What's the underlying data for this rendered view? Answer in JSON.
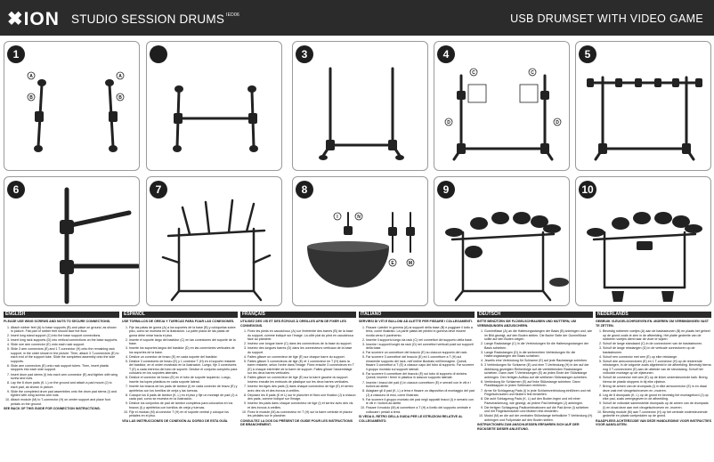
{
  "header": {
    "logo": "✖ION",
    "title": "STUDIO SESSION DRUMS",
    "model": "IED06",
    "subtitle": "USB DRUMSET WITH VIDEO GAME"
  },
  "panels": [
    {
      "number": "1"
    },
    {
      "number": ""
    },
    {
      "number": "3"
    },
    {
      "number": "4"
    },
    {
      "number": "5"
    },
    {
      "number": "6"
    },
    {
      "number": "7"
    },
    {
      "number": "8"
    },
    {
      "number": "9"
    },
    {
      "number": "10"
    }
  ],
  "callouts": {
    "p1_a_left": "A",
    "p1_b_left": "B",
    "p1_a_right": "A",
    "p1_b_right": "B",
    "p4_c_left": "C",
    "p4_c_right": "C",
    "p4_d_left": "D",
    "p4_d_right": "D",
    "p8_labels": [
      "I",
      "N",
      "E",
      "M"
    ]
  },
  "sections": [
    {
      "lang": "ENGLISH",
      "heading": "PLEASE USE WING SCREWS AND NUTS TO SECURE CONNECTIONS.",
      "steps": [
        "Attach rubber feet (A) to base supports (B) and place on ground, as shown in picture. Flat part of rubber feet should face the floor.",
        "Insert long stand support (C) into the base support connections.",
        "Insert long rack supports (D) into vertical connections on the base supports.",
        "Slide one arm connector (E) onto each rack support.",
        "Slide 3 arm connectors (E) and 1 T-connector (H) onto the remaining rack support, in the order shown in the picture. Then, attach 3 T-connectors (E) to each end of the support tube. Slide the completed assembly onto the side supports.",
        "Slide arm connectors (E) onto rack support tubes. Then, insert plastic stoppers into each side support.",
        "Insert drum pad stems (I) into each arm connector (E) and tighten with wing screw and nuts.",
        "Lay the 8 drum pads (K, L) on the ground and attach a pad mount (J) to each pad, as shown in picture.",
        "Slide the completed drum pad assemblies onto the drum pad stems (I) and tighten with wing screws and nuts.",
        "Attach module (M) to T-connector (H) on center support and place foot pedals on the ground."
      ],
      "footer": "SEE BACK OF THIS GUIDE FOR CONNECTION INSTRUCTIONS."
    },
    {
      "lang": "ESPAÑOL",
      "heading": "USE TORNILLOS DE OREJA Y TUERCAS PARA FIJAR LAS CONEXIONES.",
      "steps": [
        "Fije las patas de goma (A) a los soportes de la base (B) y colóquelas sobre piso, como se muestra en la ilustración. La parte plana de las patas de goma debe mirar hacia el piso.",
        "Inserte el soporte largo del bastidor (C) en las conexiones del soporte de la base.",
        "Inserte los soportes largos del bastidor (D) en las conexiones verticales de los soportes de la base.",
        "Deslice un conector de brazo (E) en cada soporte del bastidor.",
        "Deslice 3 conectores de brazo (E) y 1 conector T (H) en el soporte restante del bastidor, en el orden mostrado en la ilustración. Luego, fije 3 conectores T (E) a cada extremo del tubo de soporte. Deslice el conjunto completo para colocarlo en los soportes laterales.",
        "Deslice el conector de brazo (E) en el tubo de soporte izquierdo. Luego, inserte los topes plásticos en cada soporte lateral.",
        "Inserte los brazos de los pads de tambor (I) en cada conector de brazo (E) y apriételos con los tornillos de oreja y las tuercas.",
        "Coloque los 8 pads de tambor (K, L) en el piso y fije un montaje de pad (J) a cada pad, como se muestra en la ilustración.",
        "Deslice los conjuntos de pad de tambor completos para colocarlos en los brazos (I) y apriételos con tornillos de oreja y tuercas.",
        "Fije el módulo (M) al conector T (H) en el soporte central y coloque los pedales en el piso."
      ],
      "footer": "VEA LAS INSTRUCCIONES DE CONEXIÓN AL DORSO DE ESTA GUÍA."
    },
    {
      "lang": "FRANÇAIS",
      "heading": "UTILISEZ DES VIS ET DES ÉCROUS À OREILLES AFIN DE FIXER LES CONNEXIONS.",
      "steps": [
        "Fixez les pieds en caoutchouc (A) sur l'extrémité des barres (B) de la base du support, comme indiqué sur l'image. La côté plat du pied en caoutchouc face au plancher.",
        "Insérez une longue barre (C) dans les connecteurs de la base du support.",
        "Insérez des longues barres (D) dans les connecteurs verticaux de la base du support.",
        "Faites glisser un connecteur de tige (E) sur chaque barre du support.",
        "Faites glisser 3 connecteurs de tige (E) et 1 connecteur en T (H) dans la barre restante, selon l'ordre dans l'image. Fixez ensuite 3 connecteurs en T (E) à chaque extrémité de la barre de support. Faites glisser l'assemblage sur les deux barres verticales.",
        "Faites glisser un connecteur de tige (E) sur la barre gauche du support. Insérez ensuite les embouts de plastique sur les deux barres verticales.",
        "Insérez les tiges des pads (I) dans chaque connecteur de tige (E) et serrez avec des vis et des écrous à oreilles.",
        "Déposez les 8 pads (K et L) sur le plancher et fixez une fixation (J) à chacun des pads, comme indiqué sur l'image.",
        "Insérez les pads dans chaque connecteur de tige (I) et serrez avec des vis et des écrous à oreilles.",
        "Fixez le module (M) au connecteur en T (H) sur la barre centrale et placez les pédales sur le plancher."
      ],
      "footer": "CONSULTEZ LA DOS DU PRÉSENT DE GUIDE POUR LES INSTRUCTIONS DE BRANCHEMENT."
    },
    {
      "lang": "ITALIANO",
      "heading": "SERVIRSI DI VITI E BULLONI AD ALETTE PER FISSARE I COLLEGAMENTI.",
      "steps": [
        "Fissare i piedini in gomma (A) ai supporti della base (B) e poggiare il tutto a terra, come illustrato. La parte piatta dei piedini in gomma deve essere rivolta verso il pavimento.",
        "Inserire il supporto lungo da rack (C) nei connettori del supporto della base.",
        "Inserire i supporti lunghi da rack (D) nei connettori verticali posti sui supporti della base.",
        "Far scorrere un connettore del braccio (E) su ciascun supporto del rack.",
        "Far scorrere 3 connettori del braccio (E) ed 1 connettore a T (H) sul rimanente supporto del rack, nell'ordine illustrato nell'immagine. Quindi, fissare 3 connettori a T (E) a ciascun capo del tubo di supporto. Far scorrere il gruppo montato sui supporti laterali.",
        "Far scorrere il connettore del braccio (E) sul tubo di supporto di sinistra. Quindi, inserire i fermi in plastica in ciascun supporto laterale.",
        "Inserire i bracci dei pad (I) in ciascun connettore (E) e serrarli con le viti e i bulloni ad alette.",
        "Adagiare gli 8 pad (K, L) a terra e fissare un dispositivo di montaggio del pad (J) a ciascuno di essi, come illustrato.",
        "Far scorrere il gruppo montato dei pad negli appositi bracci (I) e serrarlo con le viti e i bulloni ad alette.",
        "Fissare il modulo (M) al connettore a T (H) a livello del supporto centrale e collocare i pedali a terra."
      ],
      "footer": "SI VEDA IL RETRO DELLA GUIDA PER LE ISTRUZIONI RELATIVE AL COLLEGAMENTO."
    },
    {
      "lang": "DEUTSCH",
      "heading": "BITTE BENÜTZEN SIE FLÜGELSCHRAUBEN UND MUTTERN, UM VERBINDUNGEN ABZUSICHERN.",
      "steps": [
        "Gummifüsse (A) an die Halterungsstangen der Basis (B) anbringen und, wie im Bild gezeigt, auf den Boden stellen. Die flache Seite der Gummifüsse sollte auf den Boden zeigen.",
        "Lange Rackstange (C) in die Verbindungen für die Halterungsstangen der Basis schieben.",
        "Lange Rackstangen (D) in die senkrechten Verbindungen für die Halterungsstangen der Basis schieben.",
        "Jeweils eine Verbindung für Schlarme (E) auf jede Rackstange schieben.",
        "3 Verbindungen für Schlarme (E) und eine T-Verbindung (H) in der auf der Abbildung gezeigten Reihenfolge auf die verbleibenden Rackstangen schieben. Dann zwei T-Verbindungen (E) an jedes Ende der Stützstange anbringen. Den fertigen Aufbau auf die seitlichen Stützstangen schieben.",
        "Verbindung für Schlarmen (E) auf linke Stützstange schieben. Dann Plastikkappen in jeden Seitenarm einführen.",
        "Arme für Schlagzeug Pads (I) in jede Schlarmverbindung einführen und mit Flügelschrauben und Muttern fest einstellen.",
        "Die acht Schlagzeug Pads (K, L) auf den Boden legen und mit einer Padverankerung, wie gezeigt, an jedem Pad befestigen (J) anbringen.",
        "Die fertigen Schlagzeug Padkombinationen auf die Pad Arme (I) schieben und mit Flügelschrauben und Muttern fest einstellen.",
        "Modul (M) an die auf der zentralen Stützstange befindliche T Verbindung (H) anbringen und Fußpedale auf den Boden stellen."
      ],
      "footer": "INSTRUKTIONEN ZUM ANSCHLIESSEN ERFAHREN SICH AUF DER RÜCKSEITE DIESER ANLEITUNG."
    },
    {
      "lang": "NEDERLANDS",
      "heading": "GEBRUIK VLEUGELSCHROEVEN EN -MOEREN OM VERBINDINGEN VAST TE ZETTEN.",
      "steps": [
        "Bevestig rubberen voetjes (A) aan de basissteunen (B) en plaats het geheel op de grond zoals te zien in de afbeelding. Het platte gedeelte van de rubberen voetjes dient naar de vloer te wijzen.",
        "Schuif de lange standaard (C) in de connectoren van de basissteunen.",
        "Schuif de lange rekstangen (D) in de verticale connectoren op de basissteunen.",
        "Schuif een connector met arm (E) op elke rekstange.",
        "Schuif drie armconnectoren (E) en 1 T-connector (H) op de resterende rekstangen, in de volgorde zoals afgebeeld in de afbeelding. Bevestig hierna nog 3 T-connectoren (E) aan de uiteinde van de steunstang. Schuif het voltooide montage op de zijsteunen.",
        "Schuif de connector met arm (E) op de linker ondersteunende balk. Breng hierna de plastic stoppers in bij elke zijsteun.",
        "Breng de armen van de drumpads (I) in elke armconnector (E) in en draai deze vast met vleugelschroeven en -moeren.",
        "Leg de 8 drumpads (K, L) op de grond en bevestig het montagebord (J) op elke pad, zoals weergegeven in de afbeelding.",
        "Schuif de voltooide samenstelde drumpads op de armen van de drumpads (I) en draai deze aan met vleugelschroeven en -moeren.",
        "Bevestig module (M) aan T-connector (H) op het centrale ondersteunende gedeelte en plaats voetpedalen op de grond."
      ],
      "footer": "RAADPLEEG ACHTERZIJDE VAN DEZE HANDLEIDING VOOR INSTRUCTIES VOOR AANSLUITEN."
    }
  ]
}
